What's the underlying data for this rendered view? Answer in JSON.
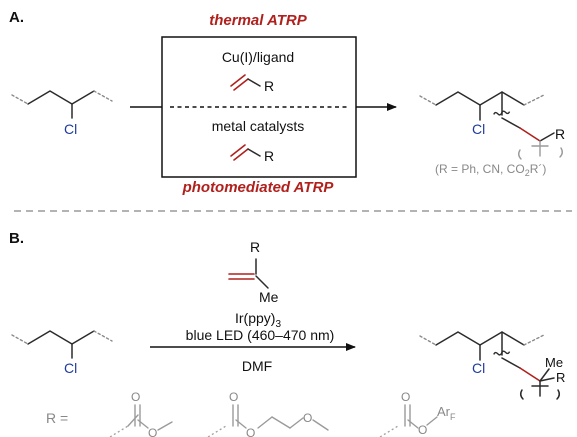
{
  "colors": {
    "red": "#b0201c",
    "blue": "#1f3a9c",
    "dark": "#111111",
    "gray": "#888888"
  },
  "panel_a": {
    "label": "A.",
    "top_title": "thermal ATRP",
    "box_top_text": "Cu(I)/ligand",
    "box_bottom_text": "metal catalysts",
    "bottom_title": "photomediated ATRP",
    "substituent_r": "R",
    "chlorine": "Cl",
    "product_r": "R",
    "scope_prefix": "(R = Ph, CN, CO",
    "scope_sub": "2",
    "scope_suffix": "R´)"
  },
  "panel_b": {
    "label": "B.",
    "monomer_r": "R",
    "monomer_me": "Me",
    "catalyst_main": "Ir(ppy)",
    "catalyst_sub": "3",
    "light": "blue LED (460–470 nm)",
    "solvent": "DMF",
    "chlorine": "Cl",
    "product_me": "Me",
    "product_r": "R",
    "r_equals": "R =",
    "ar_main": "Ar",
    "ar_sub": "F",
    "oxygen": "O"
  }
}
